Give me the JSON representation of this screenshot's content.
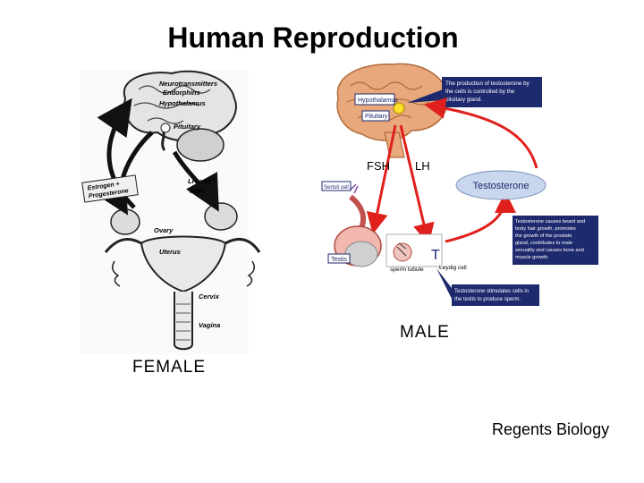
{
  "title": "Human Reproduction",
  "footer": "Regents Biology",
  "female": {
    "caption": "FEMALE",
    "labels": {
      "neurotransmitters": "Neurotransmitters",
      "endorphins": "Endorphins",
      "hypothalamus": "Hypothalamus",
      "pituitary": "Pituitary",
      "estrogen": "Estrogen +",
      "progesterone": "Progesterone",
      "lh": "LH and",
      "fsh": "FSH",
      "ovary": "Ovary",
      "uterus": "Uterus",
      "cervix": "Cervix",
      "vagina": "Vagina"
    }
  },
  "male": {
    "caption": "MALE",
    "labels": {
      "hypothalamus": "Hypothalamus",
      "pituitary": "Pituitary",
      "fsh": "FSH",
      "lh": "LH",
      "testosterone": "Testosterone",
      "sertoli": "Sertoli cell",
      "testis": "Testis",
      "sperm_tubule": "sperm tubule",
      "leydig": "Leydig cell",
      "t_mark": "T"
    },
    "notes": {
      "top": [
        "The production of testosterone by",
        "the cells is controlled by the",
        "pituitary gland."
      ],
      "middle": [
        "Testosterone causes beard and",
        "body hair growth, promotes",
        "the growth of the prostate",
        "gland, contributes to male",
        "sexuality and causes bone and",
        "muscle growth."
      ],
      "bottom": [
        "Testosterone stimulates cells in",
        "the testis to produce sperm."
      ]
    }
  },
  "colors": {
    "arrow_red": "#e0201c",
    "note_navy": "#1d2a6e",
    "pill": "#c9d7ee",
    "brain": "#e8a87c"
  }
}
